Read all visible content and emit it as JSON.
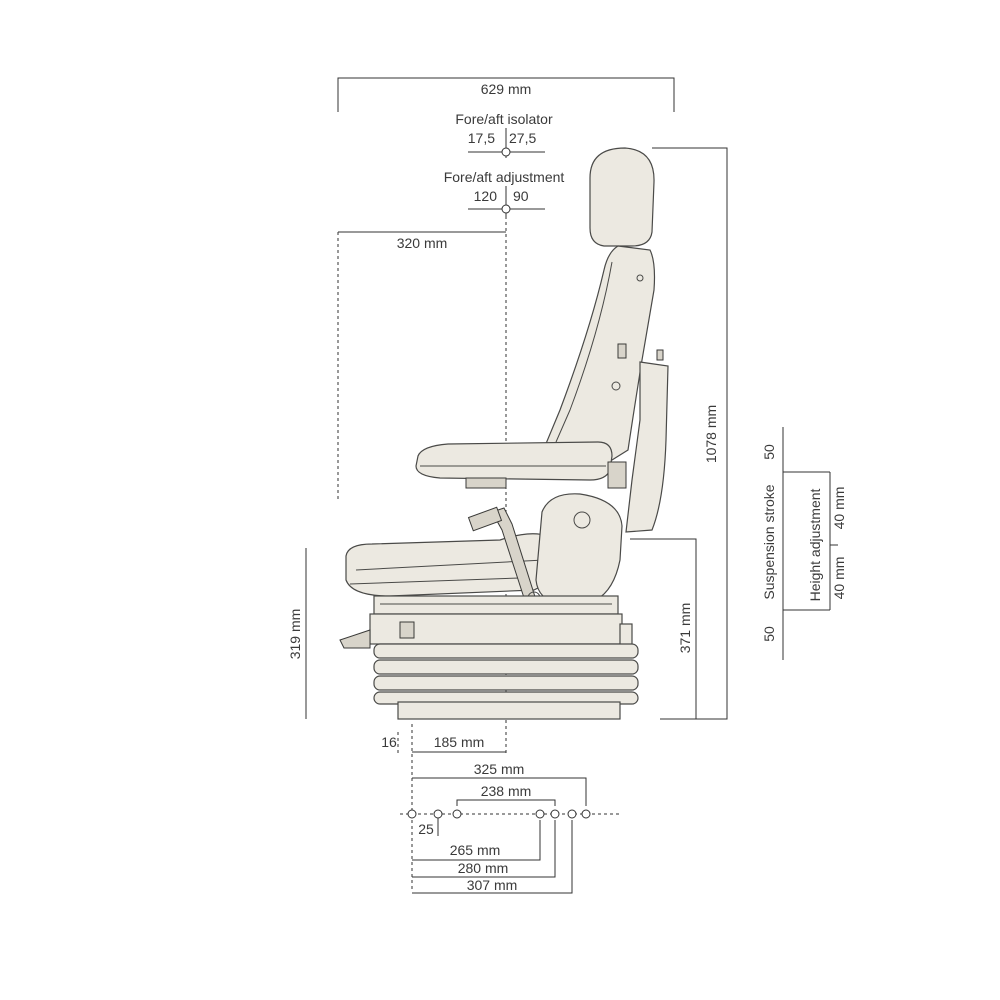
{
  "dimensions": {
    "overall_depth": "629 mm",
    "fore_aft_isolator_title": "Fore/aft isolator",
    "isolator_left": "17,5",
    "isolator_right": "27,5",
    "fore_aft_adjustment_title": "Fore/aft adjustment",
    "adjustment_left": "120",
    "adjustment_right": "90",
    "seat_reference": "320 mm",
    "overall_height": "1078 mm",
    "base_height": "319 mm",
    "suspension_height": "371 mm",
    "suspension_stroke_label": "Suspension stroke",
    "suspension_stroke_upper": "50",
    "suspension_stroke_lower": "50",
    "height_adjustment_label": "Height adjustment",
    "height_adjustment_upper": "40 mm",
    "height_adjustment_lower": "40 mm",
    "offset_16": "16",
    "distance_185": "185 mm",
    "mount_325": "325 mm",
    "mount_238": "238 mm",
    "mount_25": "25",
    "mount_265": "265 mm",
    "mount_280": "280 mm",
    "mount_307": "307 mm"
  },
  "colors": {
    "line": "#333333",
    "text": "#3a3a3a",
    "seat_fill": "#ece9e1",
    "seat_outline": "#4a4a48"
  }
}
